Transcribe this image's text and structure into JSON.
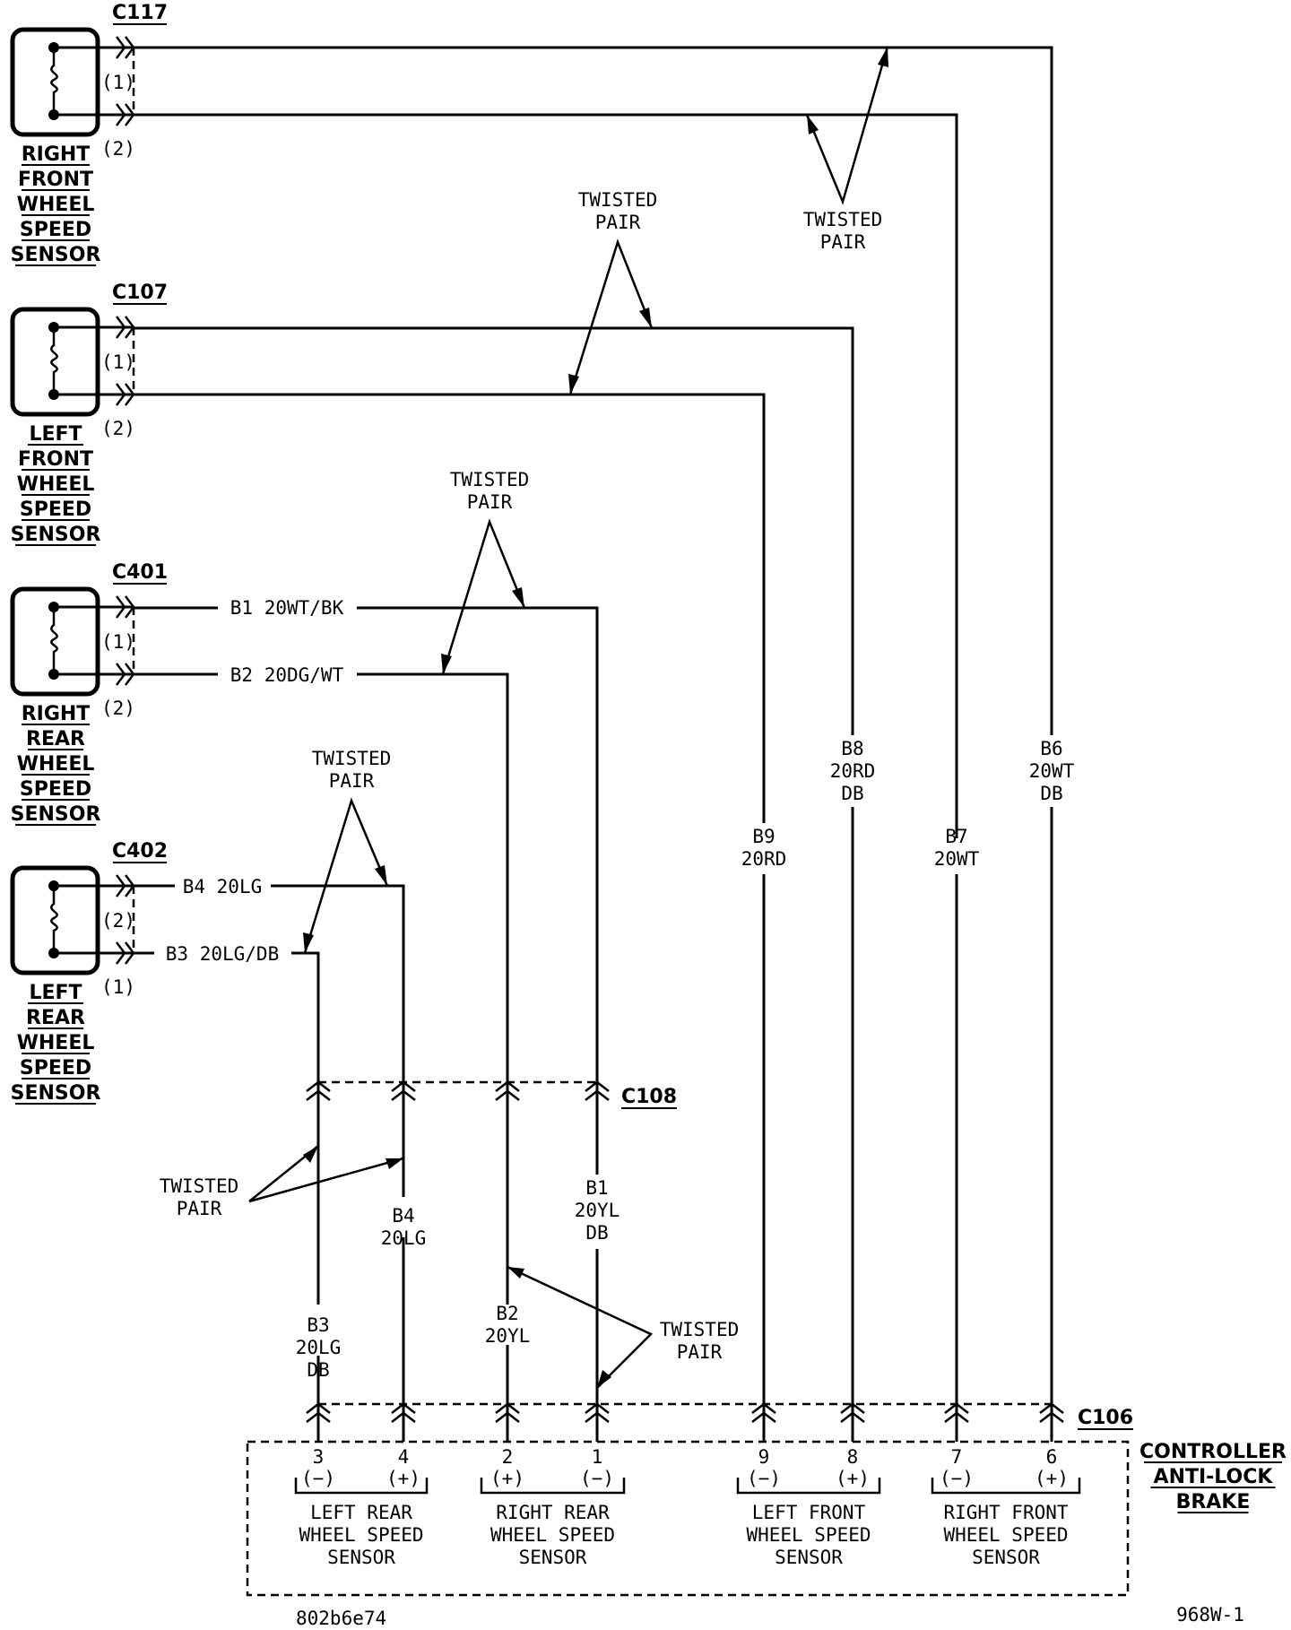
{
  "diagram": {
    "type": "wiring-diagram",
    "subject": "Anti-Lock Brake Wheel Speed Sensors",
    "twisted_pair_label": [
      "TWISTED",
      "PAIR"
    ],
    "sensors": [
      {
        "connector": "C117",
        "name": [
          "RIGHT",
          "FRONT",
          "WHEEL",
          "SPEED",
          "SENSOR"
        ],
        "pins": [
          "(1)",
          "(2)"
        ]
      },
      {
        "connector": "C107",
        "name": [
          "LEFT",
          "FRONT",
          "WHEEL",
          "SPEED",
          "SENSOR"
        ],
        "pins": [
          "(1)",
          "(2)"
        ]
      },
      {
        "connector": "C401",
        "name": [
          "RIGHT",
          "REAR",
          "WHEEL",
          "SPEED",
          "SENSOR"
        ],
        "pins": [
          "(1)",
          "(2)"
        ],
        "wire_labels": [
          "B1 20WT/BK",
          "B2 20DG/WT"
        ]
      },
      {
        "connector": "C402",
        "name": [
          "LEFT",
          "REAR",
          "WHEEL",
          "SPEED",
          "SENSOR"
        ],
        "pins": [
          "(2)",
          "(1)"
        ],
        "wire_labels": [
          "B4 20LG",
          "B3 20LG/DB"
        ]
      }
    ],
    "vertical_wires": [
      {
        "id": "B3",
        "lines": [
          "B3",
          "20LG",
          "DB"
        ]
      },
      {
        "id": "B4",
        "lines": [
          "B4",
          "20LG"
        ]
      },
      {
        "id": "B2",
        "lines": [
          "B2",
          "20YL"
        ]
      },
      {
        "id": "B1",
        "lines": [
          "B1",
          "20YL",
          "DB"
        ]
      },
      {
        "id": "B9",
        "lines": [
          "B9",
          "20RD"
        ]
      },
      {
        "id": "B8",
        "lines": [
          "B8",
          "20RD",
          "DB"
        ]
      },
      {
        "id": "B7",
        "lines": [
          "B7",
          "20WT"
        ]
      },
      {
        "id": "B6",
        "lines": [
          "B6",
          "20WT",
          "DB"
        ]
      }
    ],
    "inline_connector": "C108",
    "controller_connector": "C106",
    "controller_name": [
      "CONTROLLER",
      "ANTI-LOCK",
      "BRAKE"
    ],
    "controller_pins": [
      {
        "num": "3",
        "pol": "(−)"
      },
      {
        "num": "4",
        "pol": "(+)"
      },
      {
        "num": "2",
        "pol": "(+)"
      },
      {
        "num": "1",
        "pol": "(−)"
      },
      {
        "num": "9",
        "pol": "(−)"
      },
      {
        "num": "8",
        "pol": "(+)"
      },
      {
        "num": "7",
        "pol": "(−)"
      },
      {
        "num": "6",
        "pol": "(+)"
      }
    ],
    "controller_groups": [
      [
        "LEFT REAR",
        "WHEEL SPEED",
        "SENSOR"
      ],
      [
        "RIGHT REAR",
        "WHEEL SPEED",
        "SENSOR"
      ],
      [
        "LEFT FRONT",
        "WHEEL SPEED",
        "SENSOR"
      ],
      [
        "RIGHT FRONT",
        "WHEEL SPEED",
        "SENSOR"
      ]
    ],
    "footer_left": "802b6e74",
    "footer_right": "968W-1"
  }
}
